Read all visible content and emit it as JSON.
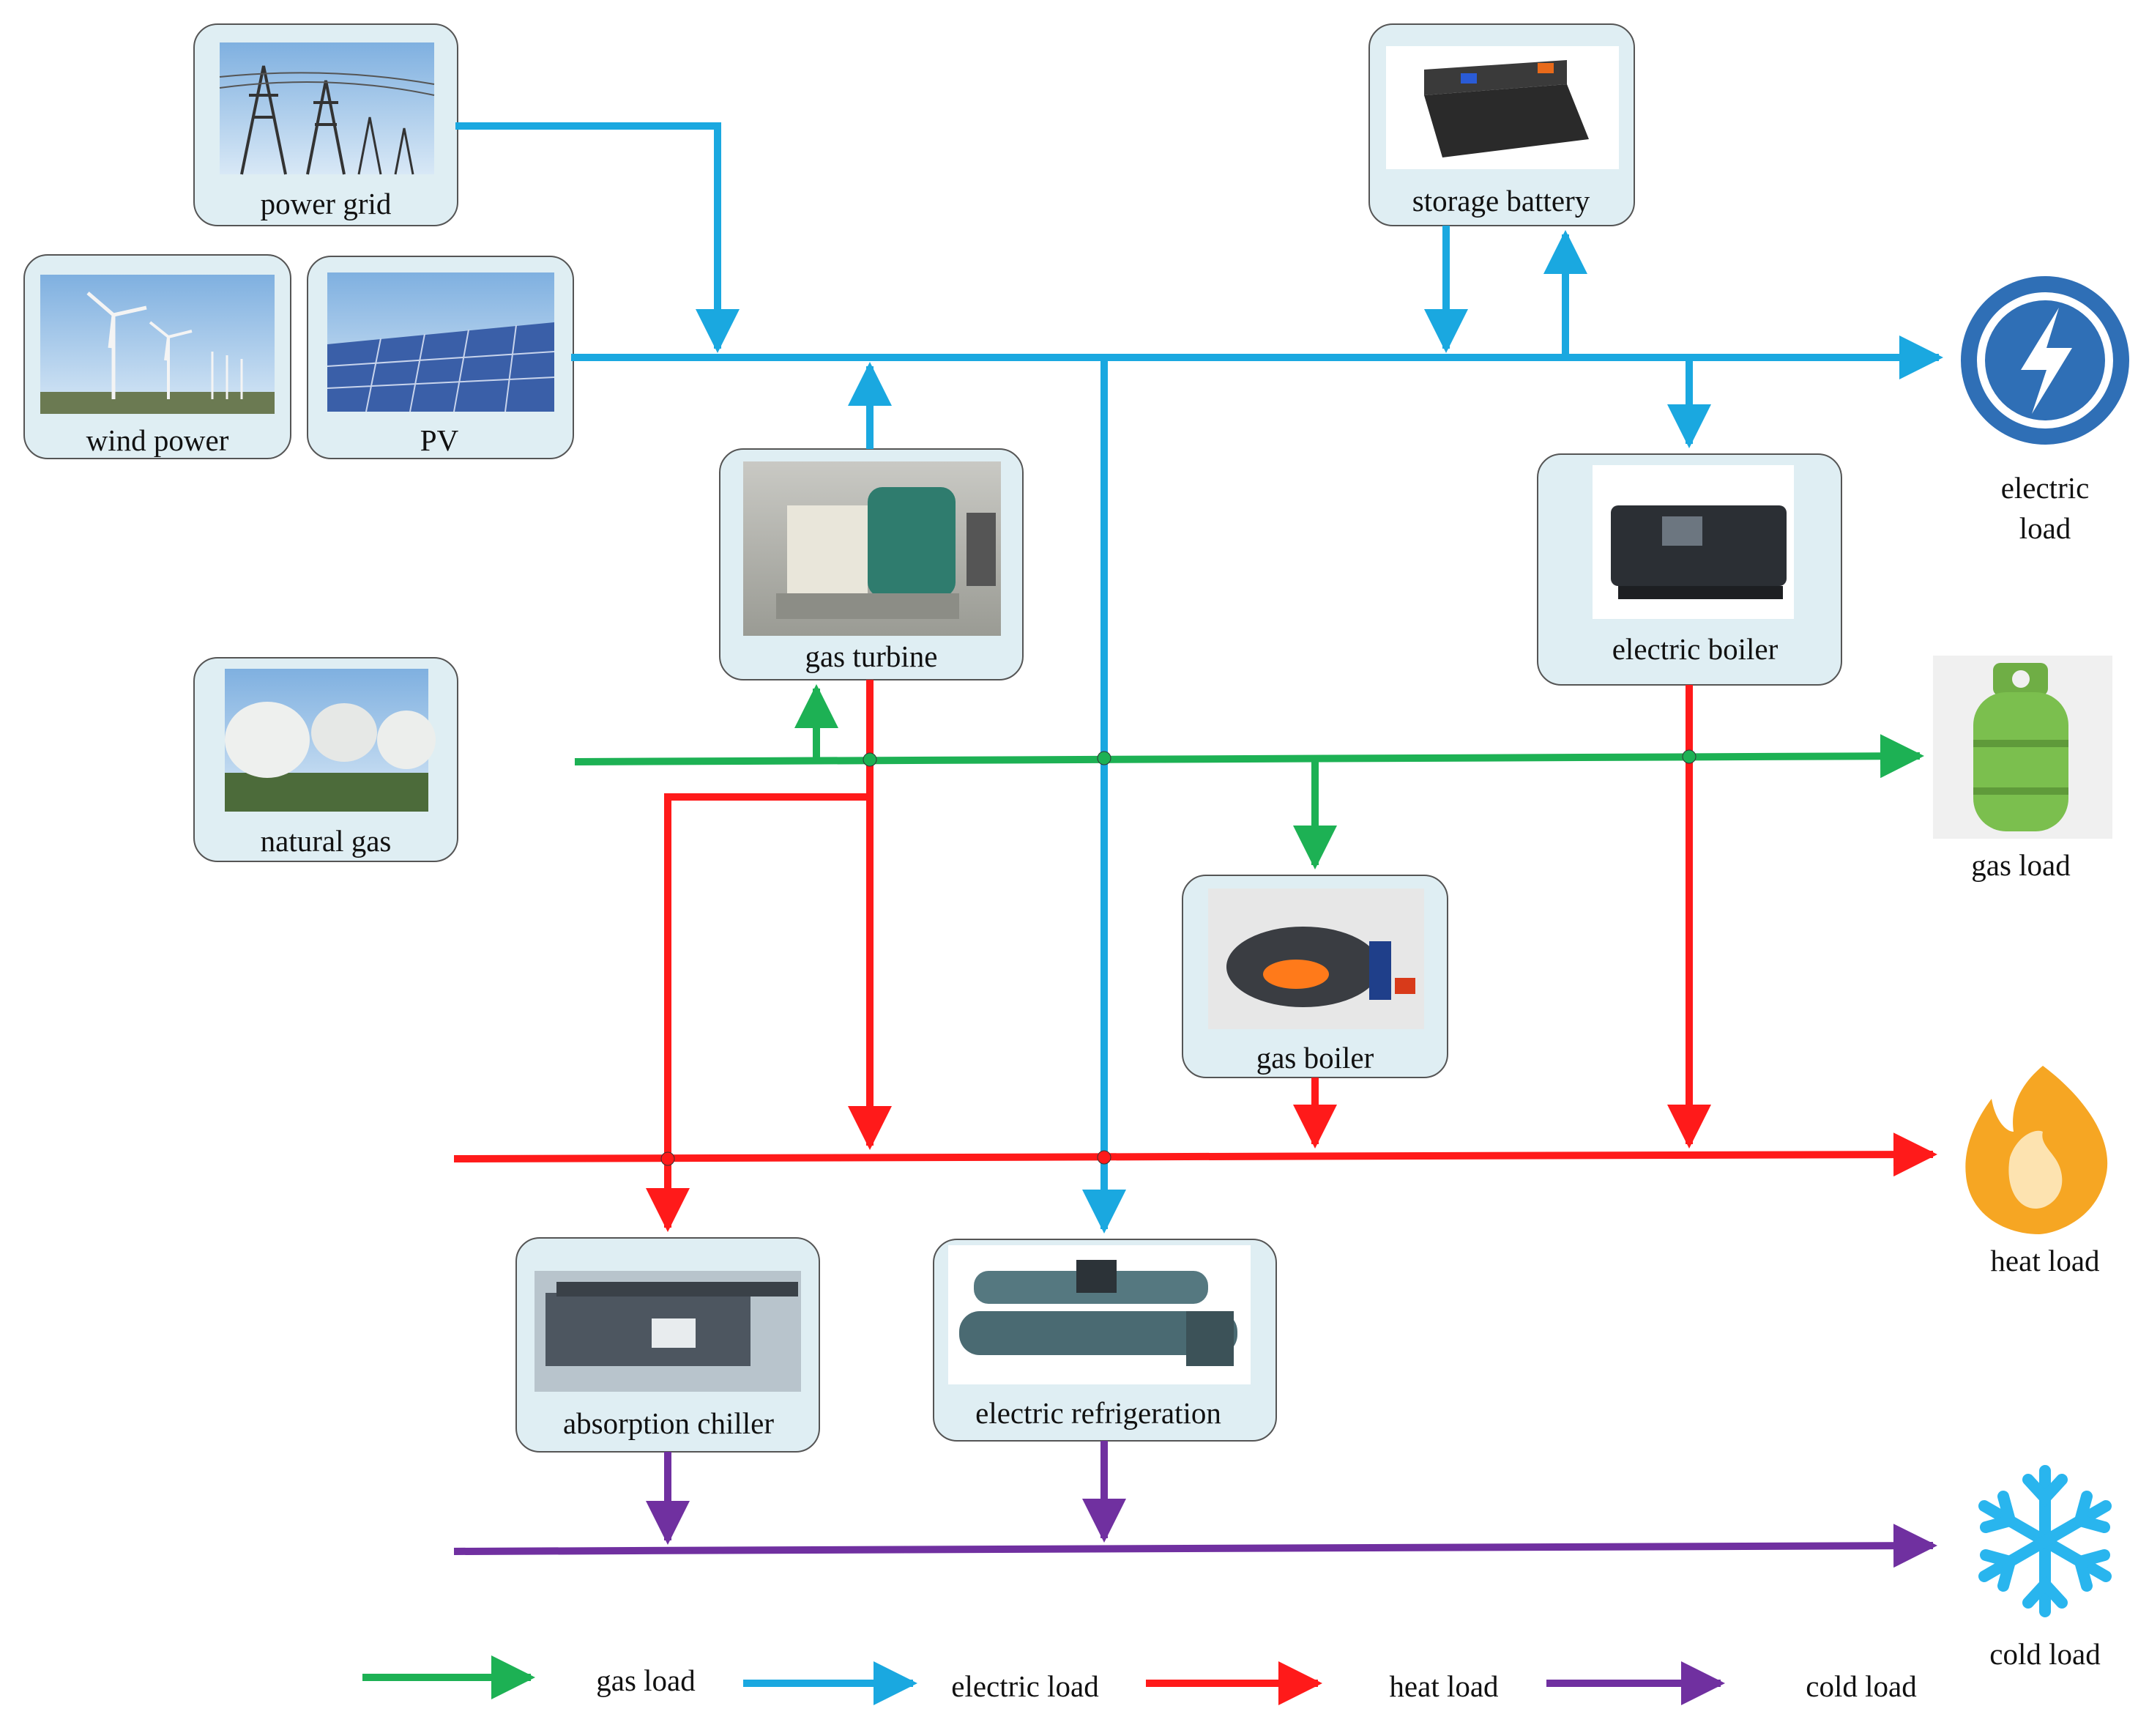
{
  "components": {
    "power_grid": "power grid",
    "wind_power": "wind power",
    "pv": "PV",
    "storage_battery": "storage battery",
    "gas_turbine": "gas turbine",
    "electric_boiler": "electric boiler",
    "natural_gas": "natural gas",
    "gas_boiler": "gas boiler",
    "absorption_chiller": "absorption chiller",
    "electric_refrigeration": "electric refrigeration"
  },
  "loads": {
    "electric_line1": "electric",
    "electric_line2": "load",
    "gas": "gas load",
    "heat": "heat load",
    "cold": "cold load"
  },
  "legend": {
    "gas": "gas load",
    "electric": "electric load",
    "heat": "heat load",
    "cold": "cold load"
  },
  "colors": {
    "electric": "#1aa8e0",
    "gas": "#1db154",
    "heat": "#ff1a1a",
    "cold": "#7030a0"
  },
  "icons": [
    "lightning-icon",
    "gas-cylinder-icon",
    "flame-icon",
    "snowflake-icon"
  ]
}
